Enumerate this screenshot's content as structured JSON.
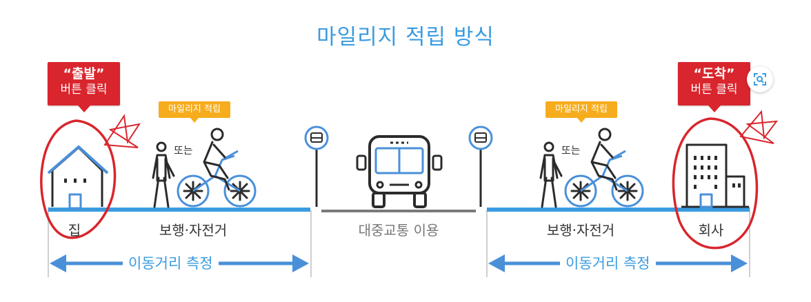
{
  "title": "마일리지 적립 방식",
  "callouts": {
    "start": {
      "line1": "“출발”",
      "line2": "버튼 클릭"
    },
    "arrive": {
      "line1": "“도착”",
      "line2": "버튼 클릭"
    }
  },
  "badges": {
    "left": "마일리지 적립",
    "right": "마일리지 적립"
  },
  "or_text": {
    "left": "또는",
    "right": "또는"
  },
  "segments": {
    "home": "집",
    "walk_bike_left": "보행·자전거",
    "public_transit": "대중교통 이용",
    "walk_bike_right": "보행·자전거",
    "company": "회사"
  },
  "measure": {
    "left": "이동거리 측정",
    "right": "이동거리 측정"
  },
  "colors": {
    "accent_blue": "#3a9be0",
    "red": "#d9252d",
    "badge_orange": "#f6ac1c",
    "gray_road": "#7a7a7a",
    "icon_dark": "#2b2b2b",
    "icon_blue": "#4a90d9"
  },
  "icons": [
    "house-icon",
    "pedestrian-icon",
    "cyclist-icon",
    "bus-stop-icon",
    "bus-icon",
    "office-building-icon",
    "zoom-icon"
  ]
}
